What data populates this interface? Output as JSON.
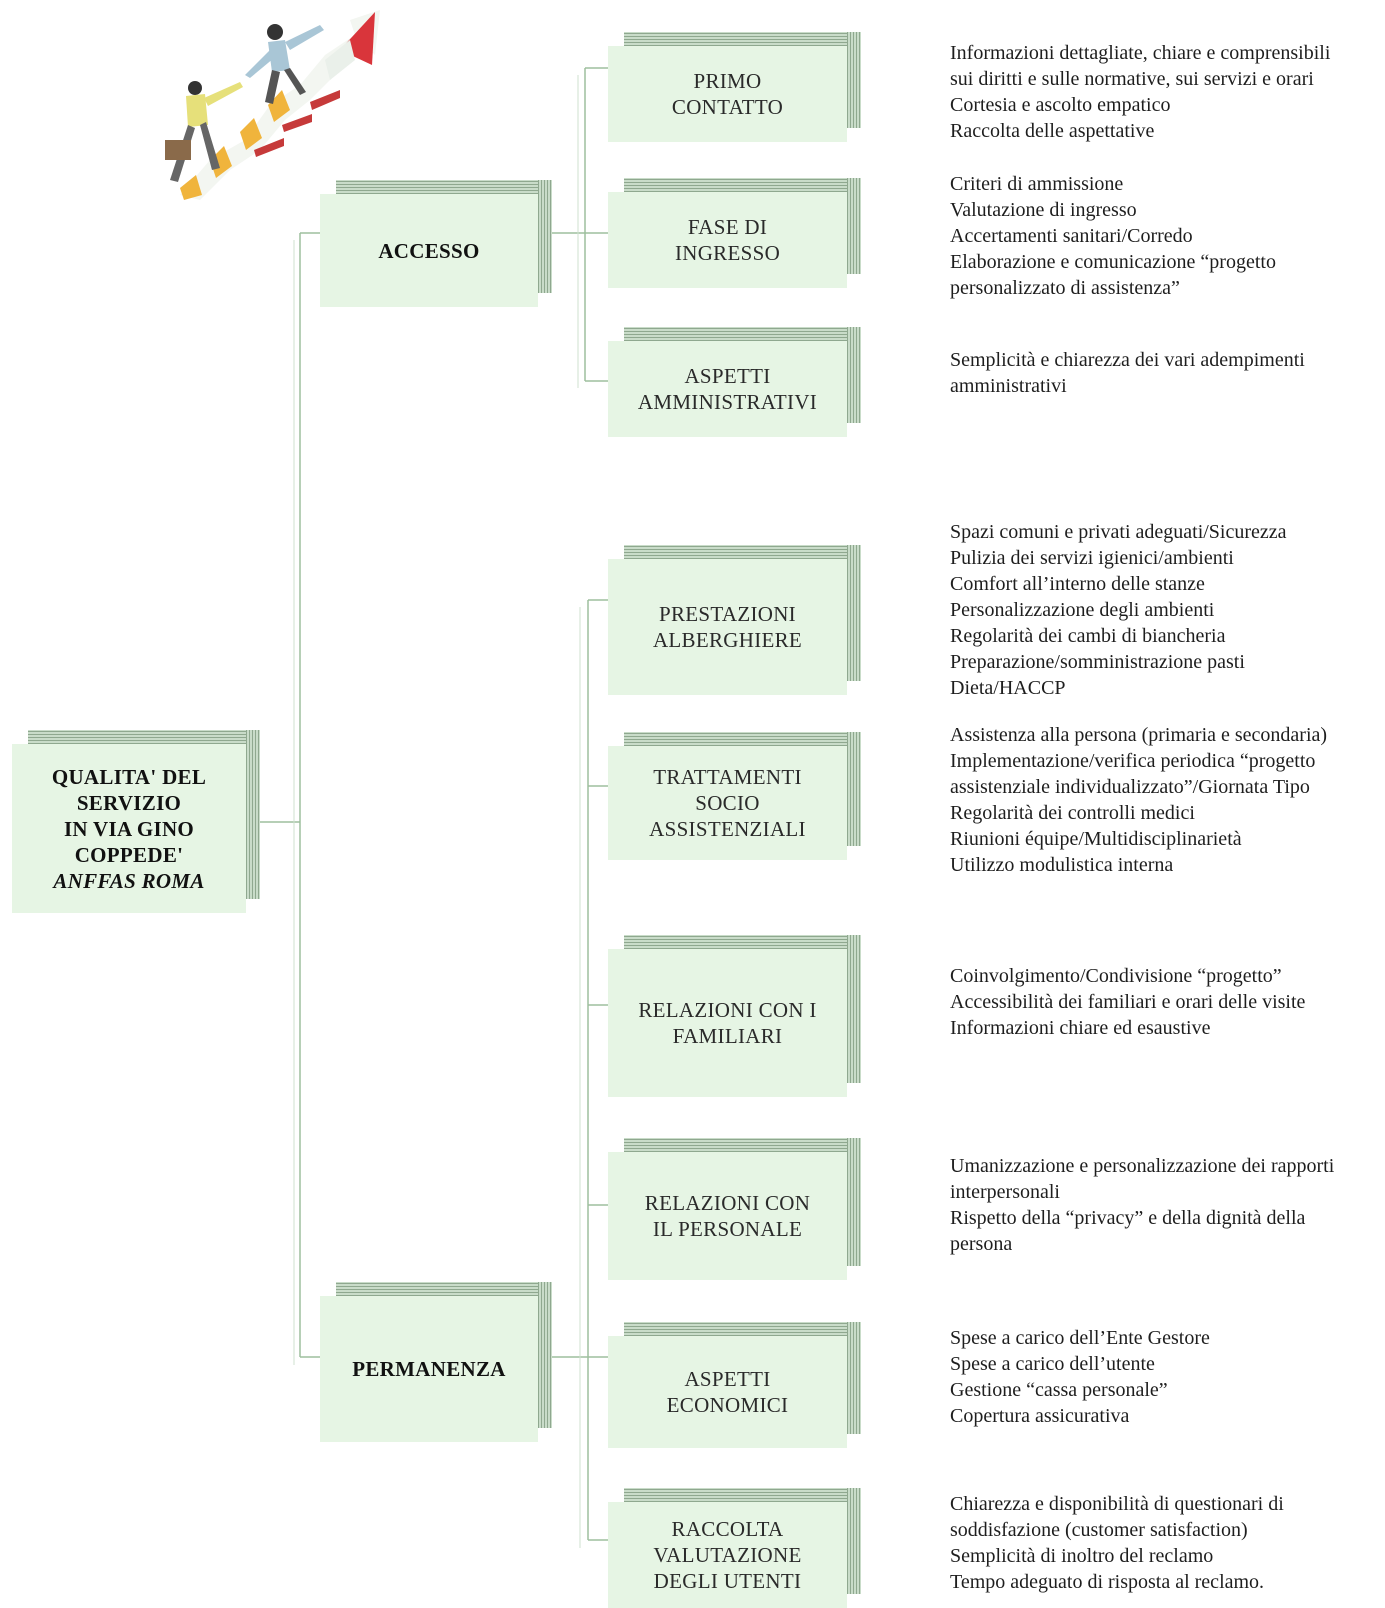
{
  "root": {
    "lines": [
      "QUALITA' DEL",
      "SERVIZIO",
      "IN VIA GINO",
      "COPPEDE'"
    ],
    "italic_line": "ANFFAS ROMA"
  },
  "groups": {
    "accesso": "ACCESSO",
    "permanenza": "PERMANENZA"
  },
  "items": {
    "primo_contatto": "PRIMO\nCONTATTO",
    "fase_ingresso": "FASE DI\nINGRESSO",
    "aspetti_amministrativi": "ASPETTI\nAMMINISTRATIVI",
    "prestazioni_alberghiere": "PRESTAZIONI\nALBERGHIERE",
    "trattamenti": "TRATTAMENTI\nSOCIO\nASSISTENZIALI",
    "relazioni_familiari": "RELAZIONI CON I\nFAMILIARI",
    "relazioni_personale": "RELAZIONI CON\nIL PERSONALE",
    "aspetti_economici": "ASPETTI\nECONOMICI",
    "raccolta": "RACCOLTA\nVALUTAZIONE\nDEGLI UTENTI"
  },
  "descriptions": {
    "primo_contatto": [
      "Informazioni dettagliate, chiare e comprensibili",
      "sui diritti e sulle normative, sui servizi e orari",
      "Cortesia e ascolto empatico",
      "Raccolta delle aspettative"
    ],
    "fase_ingresso": [
      "Criteri di ammissione",
      "Valutazione di ingresso",
      "Accertamenti sanitari/Corredo",
      "Elaborazione e comunicazione “progetto",
      "personalizzato di assistenza”"
    ],
    "aspetti_amministrativi": [
      "Semplicità e chiarezza dei vari adempimenti",
      "amministrativi"
    ],
    "prestazioni_alberghiere": [
      "Spazi comuni e privati adeguati/Sicurezza",
      "Pulizia dei servizi igienici/ambienti",
      "Comfort all’interno delle stanze",
      "Personalizzazione degli ambienti",
      "Regolarità dei cambi di biancheria",
      "Preparazione/somministrazione pasti",
      "Dieta/HACCP"
    ],
    "trattamenti": [
      "Assistenza alla persona (primaria e secondaria)",
      "Implementazione/verifica periodica “progetto",
      "assistenziale individualizzato”/Giornata Tipo",
      "Regolarità dei controlli medici",
      "Riunioni équipe/Multidisciplinarietà",
      "Utilizzo modulistica interna"
    ],
    "relazioni_familiari": [
      "Coinvolgimento/Condivisione “progetto”",
      "Accessibilità dei familiari e orari delle visite",
      "Informazioni chiare ed esaustive"
    ],
    "relazioni_personale": [
      "Umanizzazione e personalizzazione dei rapporti",
      "interpersonali",
      "Rispetto della “privacy” e della dignità della",
      "persona"
    ],
    "aspetti_economici": [
      "Spese a carico dell’Ente Gestore",
      "Spese a carico dell’utente",
      "Gestione “cassa personale”",
      "Copertura assicurativa"
    ],
    "raccolta": [
      "Chiarezza e disponibilità di questionari di",
      "soddisfazione (customer satisfaction)",
      "Semplicità di inoltro del reclamo",
      "Tempo adeguato di risposta al reclamo."
    ]
  },
  "colors": {
    "box_fill": "#e6f5e4",
    "shadow": "#a9c2a9",
    "connector": "#9dbf9d"
  },
  "illustration": "business-people-climbing-arrow-icon"
}
